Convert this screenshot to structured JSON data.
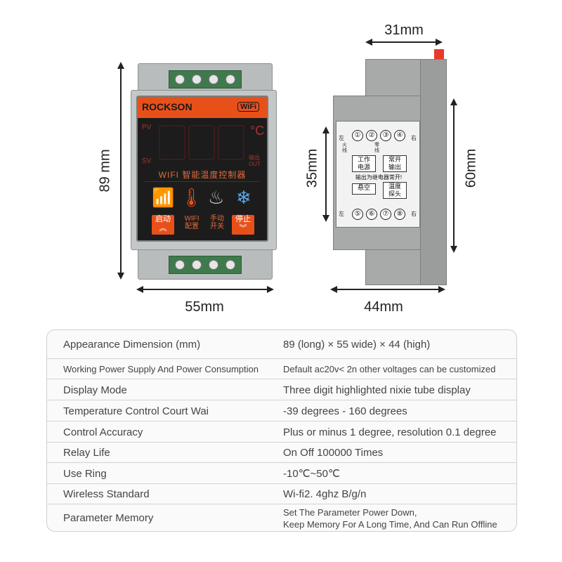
{
  "dimensions": {
    "front_height": "89 mm",
    "front_width": "55mm",
    "side_top": "31mm",
    "side_inner_height": "35mm",
    "side_height": "60mm",
    "side_width": "44mm"
  },
  "device_front": {
    "brand": "ROCKSON",
    "wifi_badge": "WiFi",
    "pv_label": "PV",
    "sv_label": "SV",
    "unit": "°C",
    "output_label": "输出\nOUT",
    "product_name": "WIFI 智能温度控制器",
    "btn_start": "启动",
    "btn_wifi": "WIFI\n配置",
    "btn_manual": "手动\n开关",
    "btn_stop": "停止"
  },
  "device_side": {
    "top_numbers": [
      "①",
      "②",
      "③",
      "④"
    ],
    "bottom_numbers": [
      "⑤",
      "⑥",
      "⑦",
      "⑧"
    ],
    "left_top": "左",
    "right_top": "右",
    "left_bottom": "左",
    "right_bottom": "右",
    "fire_line": "火\n线",
    "zero_line": "零\n线",
    "power_box": "工作\n电源",
    "normally_open_box": "常开\n输出",
    "note": "输出为继电器常开!",
    "empty_box": "悬空",
    "probe_box": "温度\n探头"
  },
  "specs": [
    {
      "key": "Appearance Dimension (mm)",
      "value": "89 (long) × 55 wide) × 44 (high)"
    },
    {
      "key": "Working Power Supply And Power Consumption",
      "value": "Default ac20v< 2n other voltages can be customized"
    },
    {
      "key": "Display Mode",
      "value": "Three digit highlighted nixie tube display"
    },
    {
      "key": "Temperature Control Court Wai",
      "value": "-39 degrees - 160 degrees"
    },
    {
      "key": "Control Accuracy",
      "value": "Plus or minus 1 degree, resolution 0.1 degree"
    },
    {
      "key": "Relay Life",
      "value": "On Off 100000 Times"
    },
    {
      "key": "Use Ring",
      "value": "-10℃~50℃"
    },
    {
      "key": "Wireless Standard",
      "value": "Wi-fi2. 4ghz B/g/n"
    },
    {
      "key": "Parameter Memory",
      "value": "Set The Parameter Power Down,\nKeep Memory For A Long Time, And Can Run Offline"
    }
  ],
  "colors": {
    "accent": "#e8501a",
    "display": "#1c1c1c",
    "terminal": "#3f7a4d",
    "icon_blue": "#5fa8e8"
  }
}
